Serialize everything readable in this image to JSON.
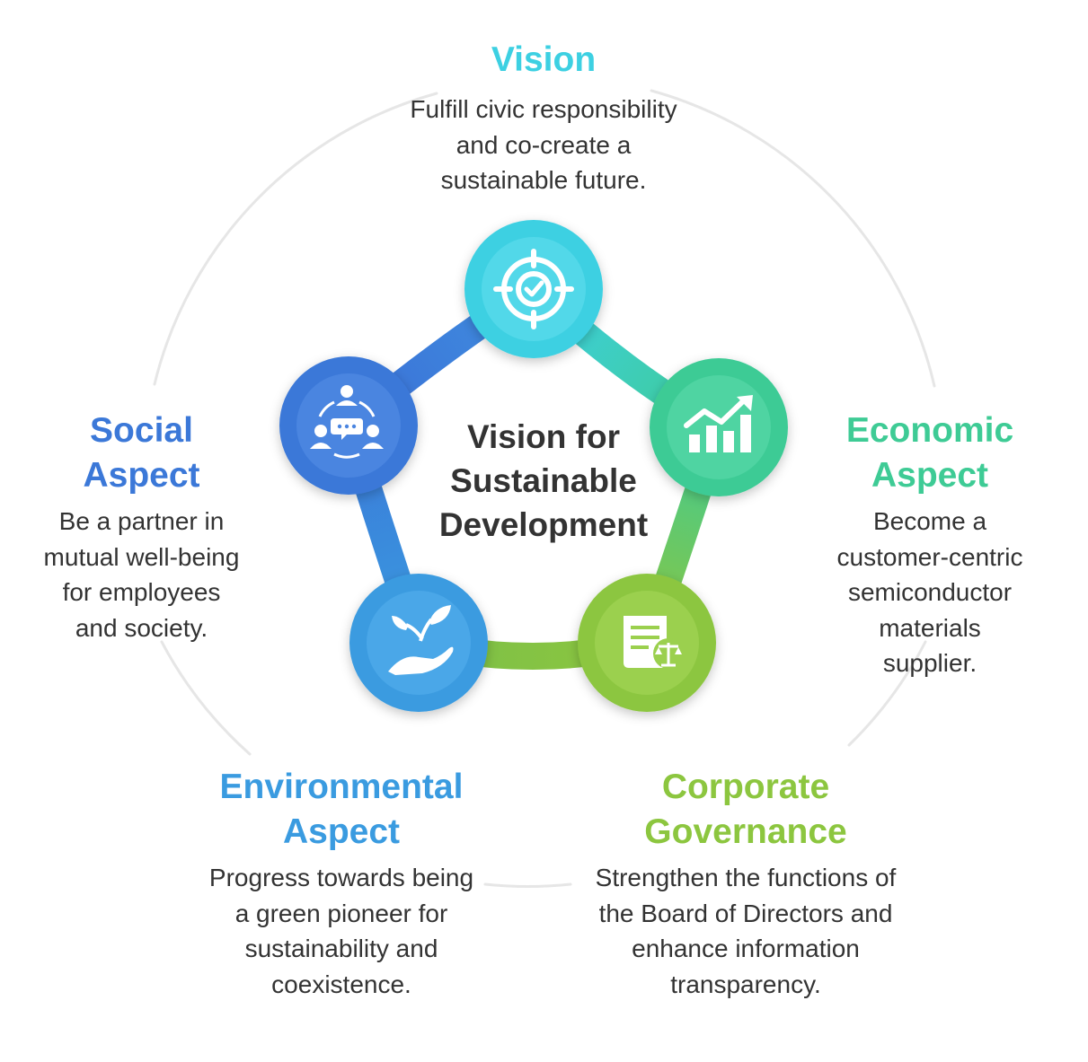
{
  "colors": {
    "vision": "#3dd0e2",
    "economic": "#3ecb95",
    "governance": "#8cc63f",
    "environmental": "#3a9be0",
    "social": "#3b78d8",
    "center_text": "#333333",
    "body_text": "#333333",
    "outer_ring": "#e6e6e6"
  },
  "center": {
    "lines": [
      "Vision for",
      "Sustainable",
      "Development"
    ]
  },
  "nodes": [
    {
      "key": "vision",
      "icon": "target-check-icon",
      "title_lines": [
        "Vision"
      ],
      "desc_lines": [
        "Fulfill civic responsibility",
        "and co-create a",
        "sustainable future."
      ]
    },
    {
      "key": "economic",
      "icon": "growth-chart-icon",
      "title_lines": [
        "Economic",
        "Aspect"
      ],
      "desc_lines": [
        "Become a",
        "customer-centric",
        "semiconductor",
        "materials",
        "supplier."
      ]
    },
    {
      "key": "governance",
      "icon": "document-scales-icon",
      "title_lines": [
        "Corporate",
        "Governance"
      ],
      "desc_lines": [
        "Strengthen the functions of",
        "the Board of Directors and",
        "enhance information",
        "transparency."
      ]
    },
    {
      "key": "environmental",
      "icon": "hand-sprout-icon",
      "title_lines": [
        "Environmental",
        "Aspect"
      ],
      "desc_lines": [
        "Progress towards being",
        "a green pioneer for",
        "sustainability and",
        "coexistence."
      ]
    },
    {
      "key": "social",
      "icon": "community-chat-icon",
      "title_lines": [
        "Social",
        "Aspect"
      ],
      "desc_lines": [
        "Be a partner in",
        "mutual well-being",
        "for employees",
        "and society."
      ]
    }
  ]
}
